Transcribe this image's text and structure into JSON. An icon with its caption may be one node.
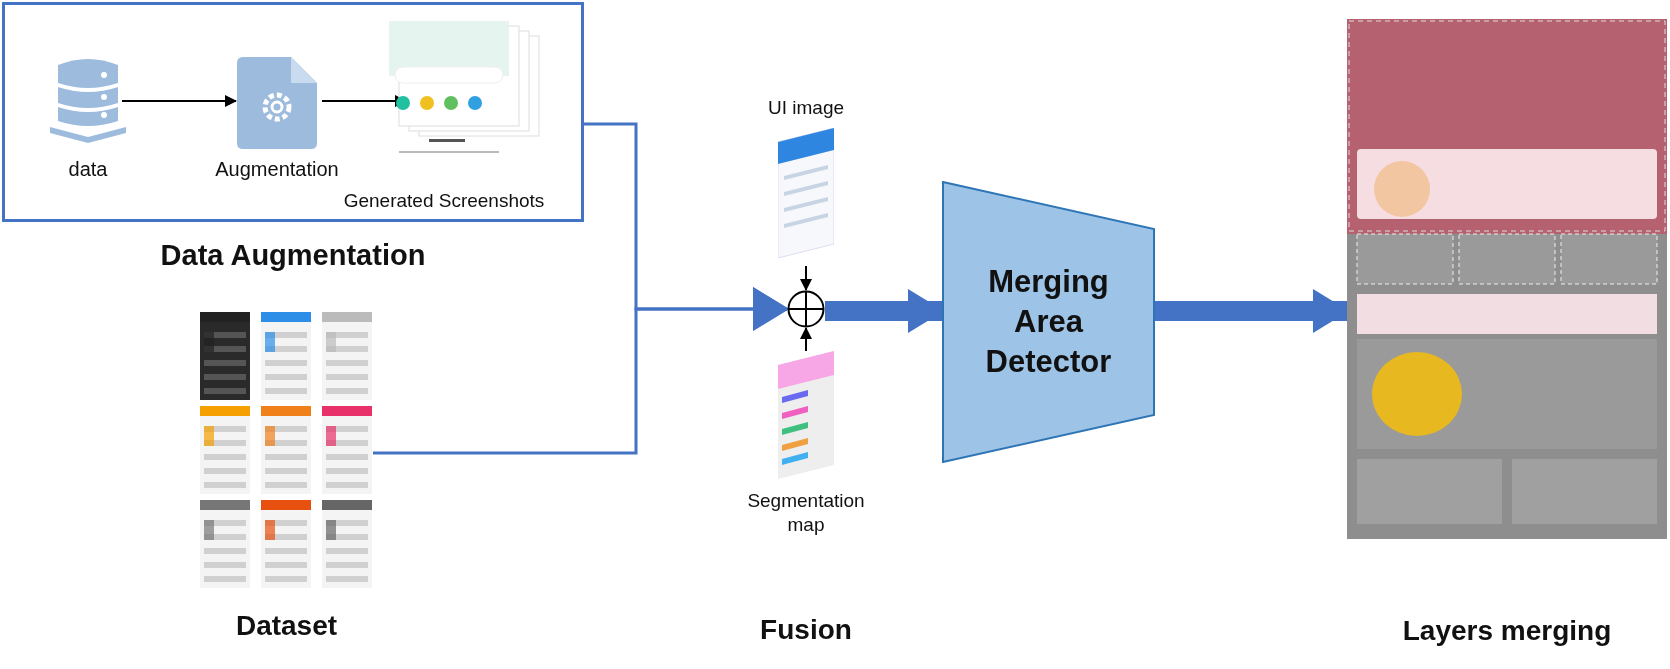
{
  "diagram": {
    "nodes": [
      {
        "text": [
          "Data Augmentation"
        ]
      },
      {
        "text": [
          "data"
        ],
        "in": 0
      },
      {
        "text": [
          "Augmentation"
        ],
        "in": 0
      },
      {
        "text": [
          "Generated Screenshots"
        ],
        "in": 0
      },
      {
        "text": [
          "Dataset"
        ]
      },
      {
        "text": [
          "UI image"
        ]
      },
      {
        "text": [],
        "shape": "circle"
      },
      {
        "text": [
          "Segmentation map"
        ]
      },
      {
        "text": [
          "Merging Area Detector"
        ]
      },
      {
        "text": [
          "Layers merging"
        ]
      }
    ],
    "edges": [
      {
        "from": 1,
        "to": 2,
        "arrow": "to",
        "color": "#000000"
      },
      {
        "from": 2,
        "to": 3,
        "arrow": "to",
        "color": "#000000"
      },
      {
        "from": 0,
        "to": 6,
        "arrow": "to",
        "color": "#4472c4"
      },
      {
        "from": 4,
        "to": 6,
        "arrow": "to",
        "color": "#4472c4"
      },
      {
        "from": 5,
        "to": 6,
        "arrow": "to",
        "color": "#000000"
      },
      {
        "from": 7,
        "to": 6,
        "arrow": "to",
        "color": "#000000"
      },
      {
        "from": 6,
        "to": 8,
        "arrow": "to",
        "style": "thick",
        "color": "#4472c4"
      },
      {
        "from": 8,
        "to": 9,
        "arrow": "to",
        "style": "thick",
        "color": "#4472c4"
      }
    ],
    "labels": [
      "Fusion"
    ]
  }
}
